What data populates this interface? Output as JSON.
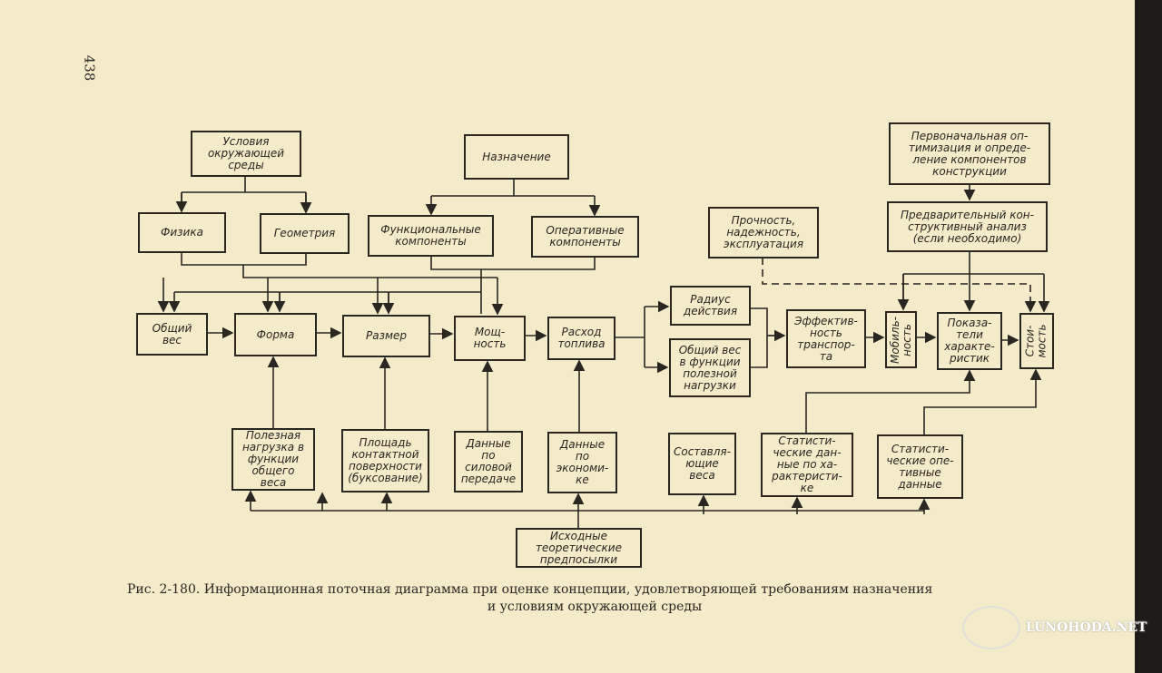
{
  "page_number": "438",
  "nodes": {
    "environment": "Условия\nокружающей\nсреды",
    "physics": "Физика",
    "geometry": "Геометрия",
    "purpose": "Назначение",
    "functional": "Функциональные\nкомпоненты",
    "operational": "Оперативные\nкомпоненты",
    "total_weight": "Общий\nвес",
    "form": "Форма",
    "size": "Размер",
    "power": "Мощ-\nность",
    "fuel": "Расход\nтоплива",
    "radius": "Радиус\nдействия",
    "weight_payload": "Общий вес\nв функции\nполезной\nнагрузки",
    "strength": "Прочность,\nнадежность,\nэксплуатация",
    "efficiency": "Эффектив-\nность\nтранспор-\nта",
    "mobility": "Мобиль-\nность",
    "indicators": "Показа-\nтели\nхаракте-\nристик",
    "cost": "Стои-\nмость",
    "initial_opt": "Первоначальная оп-\nтимизация и опреде-\nление компонентов\nконструкции",
    "prelim": "Предварительный кон-\nструктивный анализ\n(если необходимо)",
    "payload": "Полезная\nнагрузка в\nфункции\nобщего\nвеса",
    "contact": "Площадь\nконтактной\nповерхности\n(буксование)",
    "power_data": "Данные\nпо\nсиловой\nпередаче",
    "econ_data": "Данные\nпо\nэкономи-\nке",
    "components": "Составля-\nющие\nвеса",
    "stat_char": "Статисти-\nческие дан-\nные по ха-\nрактеристи-\nке",
    "stat_oper": "Статисти-\nческие опе-\nтивные\nданные",
    "source": "Исходные\nтеоретические\nпредпосылки"
  },
  "caption": {
    "line1": "Рис. 2-180. Информационная поточная диаграмма при оценке концепции, удовлетворяющей требованиям назначения",
    "line2": "и условиям окружающей среды"
  },
  "watermark": "LUNOHODA.NET"
}
